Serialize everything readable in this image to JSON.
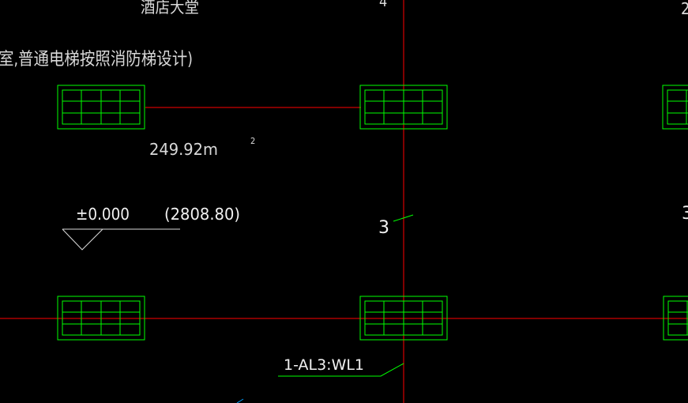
{
  "drawing": {
    "top_label": "酒店大堂",
    "note": "室,普通电梯按照消防梯设计)",
    "area_value": "249.92m",
    "area_exponent": "2",
    "elevation_relative": "±0.000",
    "elevation_absolute": "(2808.80)",
    "axis_label_top": "4",
    "axis_label_top_right": "2",
    "mid_number_left": "3",
    "mid_number_right": "3",
    "circuit_tag": "1-AL3:WL1"
  },
  "colors": {
    "background": "#000000",
    "axis_line": "#ff0000",
    "fixture": "#00ff00",
    "text": "#d9d9d9",
    "leader": "#00ff00"
  }
}
